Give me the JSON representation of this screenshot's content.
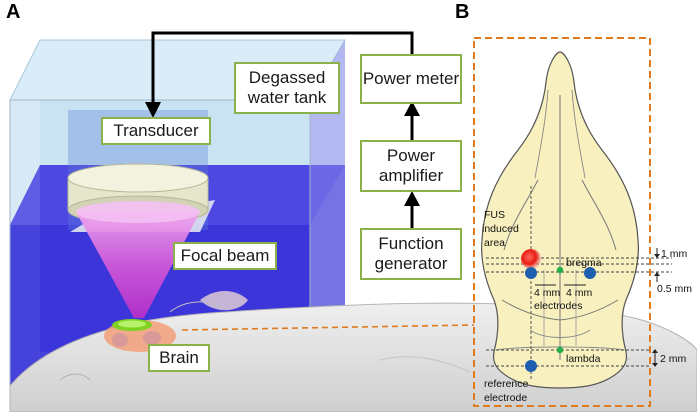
{
  "panels": {
    "a": "A",
    "b": "B"
  },
  "left_labels": {
    "water_tank": "Degassed water tank",
    "transducer": "Transducer",
    "focal_beam": "Focal beam",
    "brain": "Brain"
  },
  "chain": {
    "power_meter": "Power meter",
    "power_amplifier": "Power amplifier",
    "function_generator": "Function generator"
  },
  "skull": {
    "fus_area": [
      "FUS",
      "induced",
      "area"
    ],
    "bregma": "bregma",
    "left_distance": "4 mm",
    "right_distance": "4 mm",
    "electrodes": "electrodes",
    "lambda": "lambda",
    "reference_electrode": [
      "reference",
      "electrode"
    ],
    "dim_1mm": "1 mm",
    "dim_05mm": "0.5 mm",
    "dim_2mm": "2 mm"
  },
  "colors": {
    "label_border": "#8bb24a",
    "tank_blue": "#3a33d9",
    "skull_fill": "#f8f1bf",
    "fus_red": "#e81b12",
    "electrode_blue": "#1f5fb0",
    "landmark_green": "#22b04b",
    "dashed_box": "#e07a1f"
  }
}
